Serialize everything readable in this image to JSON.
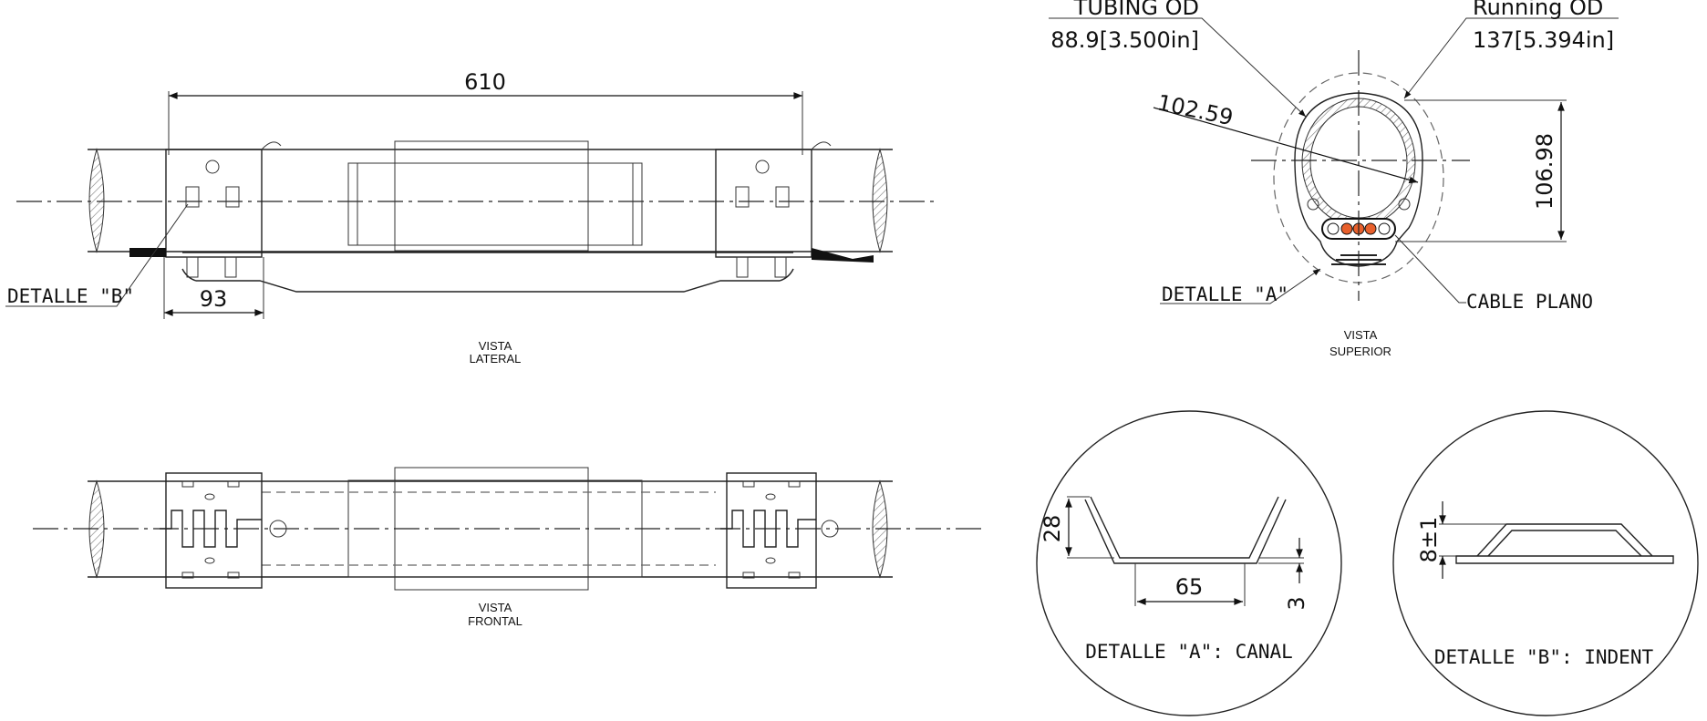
{
  "lateral_view": {
    "title_line1": "VISTA",
    "title_line2": "LATERAL",
    "dim_total": "610",
    "dim_clamp": "93",
    "detail_b_label": "DETALLE \"B\""
  },
  "frontal_view": {
    "title_line1": "VISTA",
    "title_line2": "FRONTAL"
  },
  "top_view": {
    "title_line1": "VISTA",
    "title_line2": "SUPERIOR",
    "tubing_label": "TUBING OD",
    "tubing_value": "88.9[3.500in]",
    "running_label": "Running OD",
    "running_value": "137[5.394in]",
    "dim_diag": "102.59",
    "dim_height": "106.98",
    "detail_a_label": "DETALLE \"A\"",
    "cable_label": "CABLE PLANO",
    "cable_color": "#e8602c"
  },
  "detail_a": {
    "title": "DETALLE \"A\": CANAL",
    "dim_height": "28",
    "dim_width": "65",
    "dim_thickness": "3"
  },
  "detail_b": {
    "title": "DETALLE \"B\": INDENT",
    "dim_height": "8±1"
  }
}
